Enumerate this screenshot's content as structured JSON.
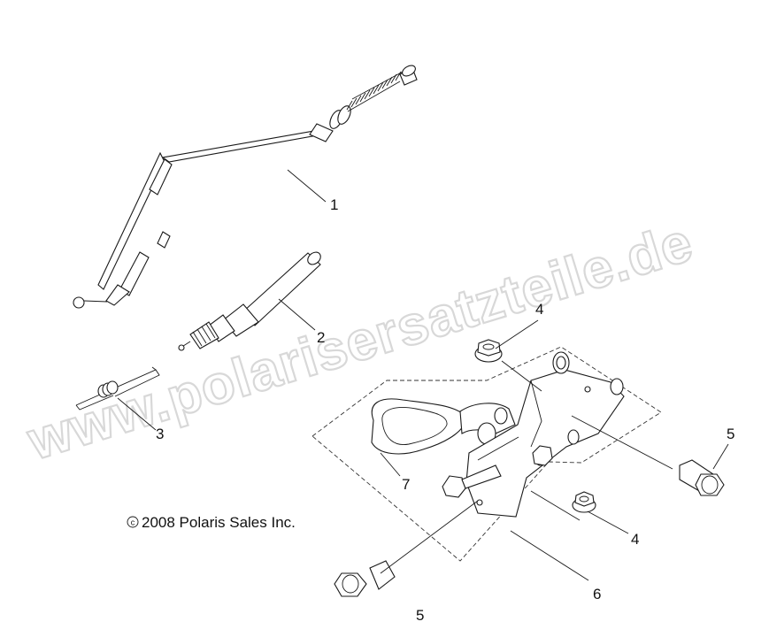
{
  "watermark": "www.polarisersatzteile.de",
  "copyright": "2008 Polaris Sales Inc.",
  "copyright_symbol": "c",
  "callouts": {
    "c1": "1",
    "c2": "2",
    "c3": "3",
    "c4a": "4",
    "c4b": "4",
    "c5a": "5",
    "c5b": "5",
    "c6": "6",
    "c7": "7"
  }
}
